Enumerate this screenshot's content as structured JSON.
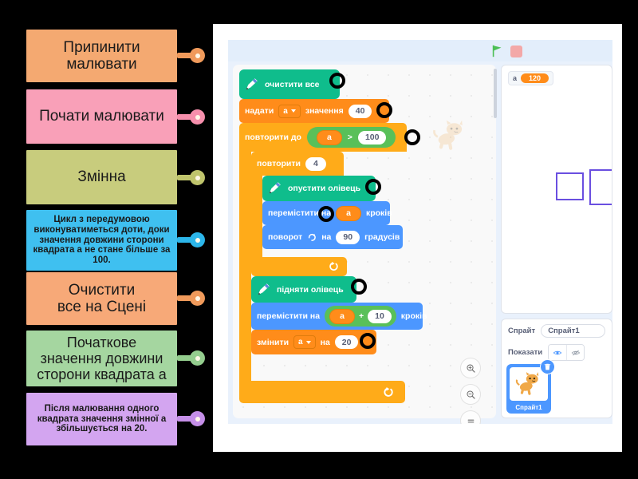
{
  "labels": [
    {
      "id": "stop-drawing",
      "text": "Припинити\nмалювати",
      "color": "#f4a971",
      "knob": "#f09a5b",
      "size": "big"
    },
    {
      "id": "start-drawing",
      "text": "Почати малювати",
      "color": "#f9a0b8",
      "knob": "#f68fac",
      "size": "big"
    },
    {
      "id": "variable",
      "text": "Змінна",
      "color": "#c8cc7d",
      "knob": "#bfc46c",
      "size": "big"
    },
    {
      "id": "while-loop-note",
      "text": "Цикл з передумовою виконуватиметься доти, доки значення довжини сторони квадрата а не стане більше за 100.",
      "color": "#3fc0f0",
      "knob": "#2cb6ea",
      "size": "small"
    },
    {
      "id": "clear-stage",
      "text": "Очистити\nвсе на Сцені",
      "color": "#f7a978",
      "knob": "#f09a5b",
      "size": "big"
    },
    {
      "id": "initial-value",
      "text": "Початкове\nзначення довжини\nсторони квадрата а",
      "color": "#a5d6a0",
      "knob": "#94cd8e",
      "size": "mid"
    },
    {
      "id": "increment-note",
      "text": "Після малювання одного квадрата значення змінної а збільшується на 20.",
      "color": "#d3a5f0",
      "knob": "#c58fe8",
      "size": "small"
    }
  ],
  "scratch": {
    "menubar": {
      "green_flag_icon": "green-flag-icon",
      "stop_icon": "stop-sign-icon"
    },
    "blocks": {
      "erase_all": "очистити все",
      "set_var_label": "надати",
      "set_var_name": "а",
      "set_var_value_label": "значення",
      "set_var_value": "40",
      "repeat_until": "повторити до",
      "cond_var": "а",
      "cond_op": ">",
      "cond_value": "100",
      "repeat": "повторити",
      "repeat_times": "4",
      "pen_down": "опустити олівець",
      "move_label": "перемістити на",
      "move_var": "а",
      "move_units": "кроків",
      "turn_label": "поворот",
      "turn_on": "на",
      "turn_deg": "90",
      "turn_units": "градусів",
      "pen_up": "підняти олівець",
      "move2_label": "перемістити на",
      "move2_var": "а",
      "move2_op": "+",
      "move2_value": "10",
      "move2_units": "кроків",
      "change_label": "змінити",
      "change_var": "а",
      "change_on": "на",
      "change_value": "20"
    },
    "zoom_controls": {
      "zoom_in": "zoom-in-icon",
      "zoom_out": "zoom-out-icon",
      "zoom_reset": "zoom-reset-icon"
    },
    "stage": {
      "variable_name": "а",
      "variable_value": "120",
      "drawn_shape_color": "#6a4fe0"
    },
    "sprite_panel": {
      "sprite_label": "Спрайт",
      "sprite_name": "Спрайт1",
      "show_label": "Показати",
      "show_icon": "eye-icon",
      "hide_icon": "eye-slash-icon",
      "delete_icon": "trash-icon",
      "tile_name": "Спрайт1"
    }
  }
}
